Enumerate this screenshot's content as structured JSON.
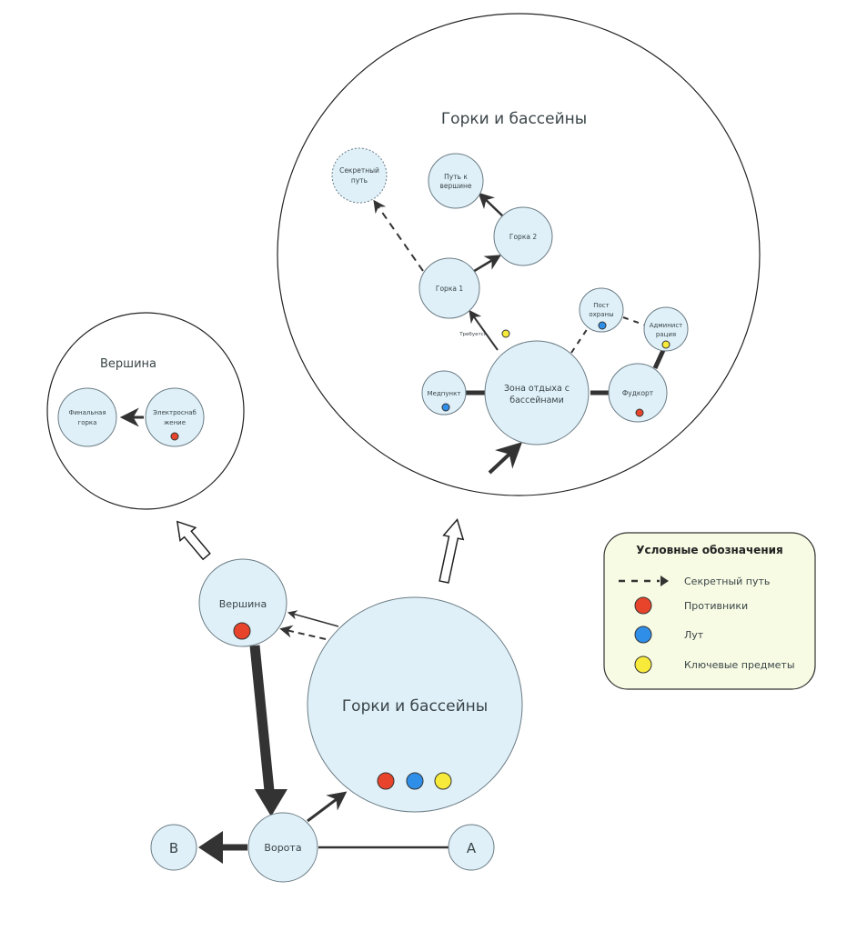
{
  "colors": {
    "node_fill": "#dff0f8",
    "enemy": "#e8442b",
    "loot": "#2f8ee8",
    "key_item": "#f7ea3a",
    "legend_bg": "#f7fbe3",
    "edge": "#333333"
  },
  "overview": {
    "nodes": {
      "vershina": "Вершина",
      "gorki": "Горки и бассейны",
      "vorota": "Ворота",
      "a": "A",
      "b": "B"
    }
  },
  "zoom_vershina": {
    "title": "Вершина",
    "nodes": {
      "final": [
        "Финальная",
        "горка"
      ],
      "power": [
        "Электроснаб",
        "жение"
      ]
    }
  },
  "zoom_gorki": {
    "title": "Горки и бассейны",
    "nodes": {
      "secret": [
        "Секретный",
        "путь"
      ],
      "path_top": [
        "Путь к",
        "вершине"
      ],
      "gorka2": "Горка 2",
      "gorka1": "Горка 1",
      "post": [
        "Пост",
        "охраны"
      ],
      "admin": [
        "Админист",
        "рация"
      ],
      "zone": [
        "Зона отдыха с",
        "бассейнами"
      ],
      "med": "Медпункт",
      "food": "Фудкорт"
    },
    "requires_label": "Требуется"
  },
  "legend": {
    "title": "Условные обозначения",
    "items": [
      {
        "type": "dashed-arrow",
        "label": "Секретный путь"
      },
      {
        "type": "dot",
        "color": "#e8442b",
        "label": "Противники"
      },
      {
        "type": "dot",
        "color": "#2f8ee8",
        "label": "Лут"
      },
      {
        "type": "dot",
        "color": "#f7ea3a",
        "label": "Ключевые предметы"
      }
    ]
  }
}
